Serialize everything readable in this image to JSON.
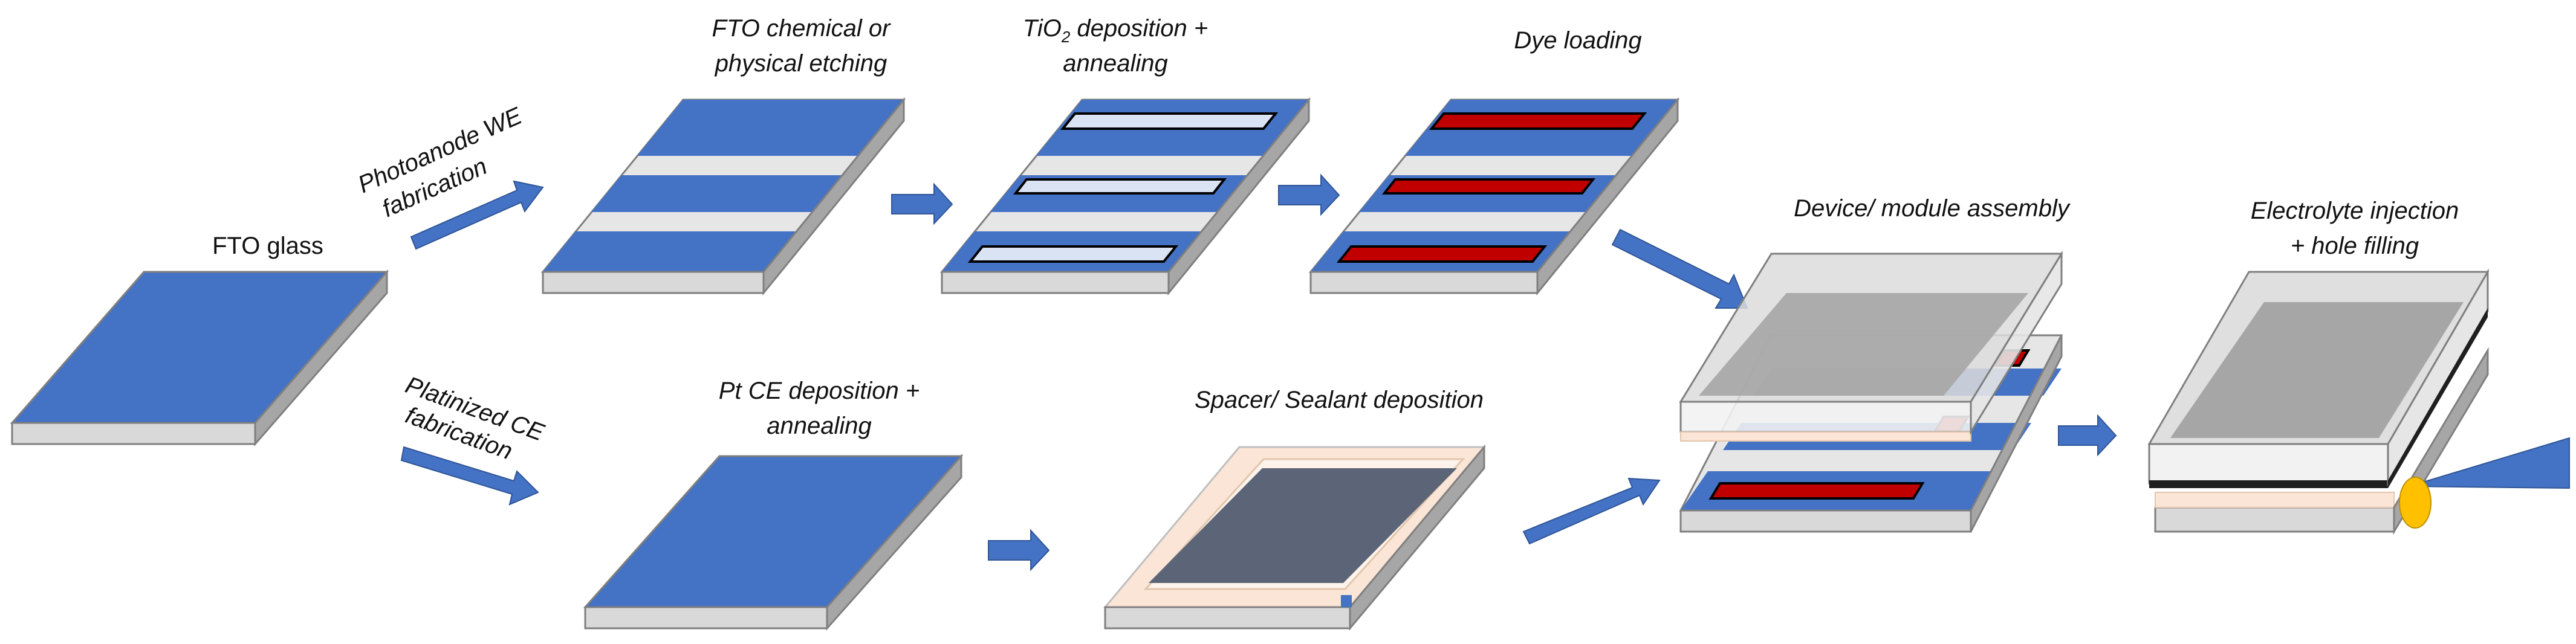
{
  "colors": {
    "blue": "#4472C4",
    "blue_dark": "#2F5597",
    "slab_top": "#F0F0F0",
    "slab_front": "#D9D9D9",
    "slab_side": "#A6A6A6",
    "stripe_gap": "#E7E6E6",
    "tio2": "#DAE3F3",
    "dye": "#C00000",
    "gray_glass": "#A6A6A6",
    "sealant": "#FBE5D6",
    "sealant_dark": "#F4B183",
    "drop": "#FFC000",
    "dark_center": "#5B6577"
  },
  "labels": {
    "fto_glass": "FTO glass",
    "photoanode_line1": "Photoanode WE",
    "photoanode_line2": "fabrication",
    "platinized_line1": "Platinized CE",
    "platinized_line2": "fabrication",
    "etch_line1": "FTO chemical or",
    "etch_line2": "physical etching",
    "tio2_main": "TiO",
    "tio2_sub": "2",
    "tio2_rest": " deposition +",
    "tio2_line2": "annealing",
    "dye": "Dye loading",
    "pt_line1": "Pt CE deposition +",
    "pt_line2": "annealing",
    "spacer": "Spacer/ Sealant deposition",
    "device": "Device/ module assembly",
    "electrolyte_line1": "Electrolyte injection",
    "electrolyte_line2": "+ hole filling"
  }
}
